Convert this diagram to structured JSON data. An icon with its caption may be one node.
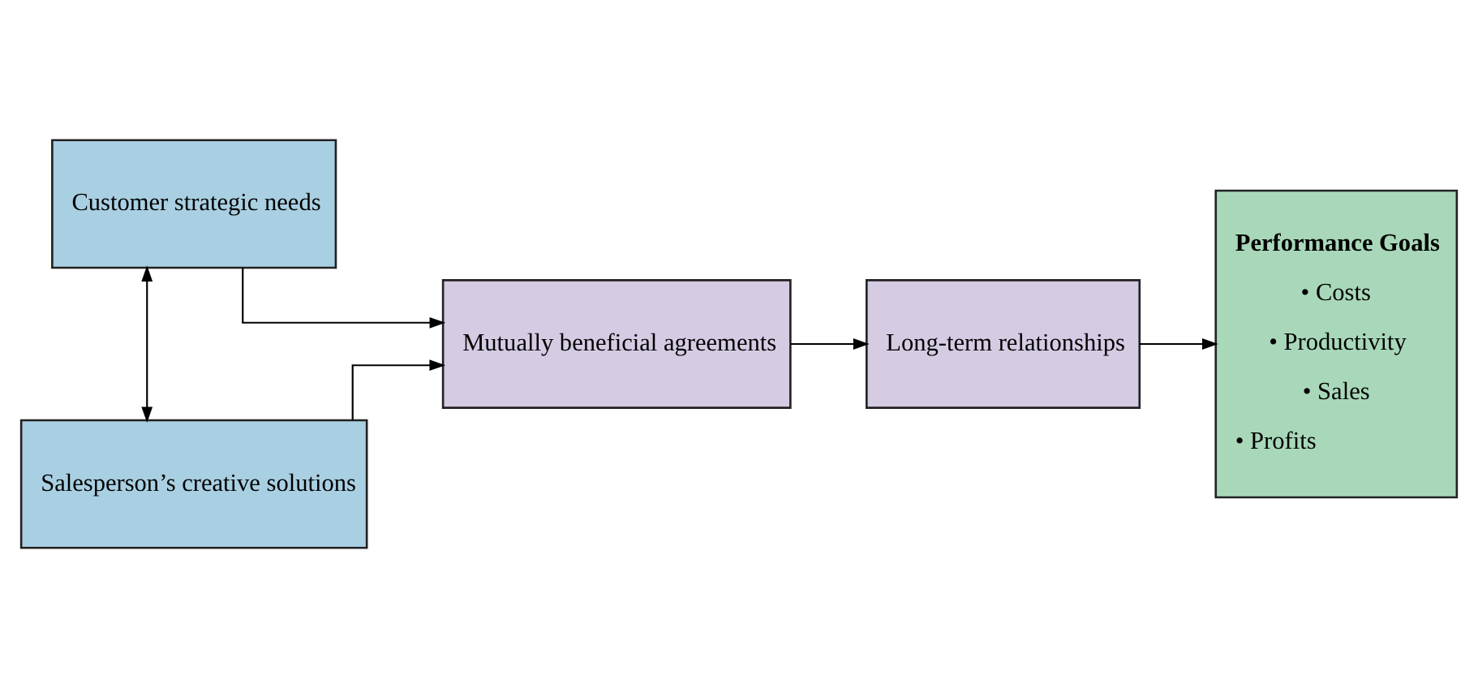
{
  "diagram": {
    "nodes": [
      {
        "text": [
          "Customer strategic needs"
        ]
      },
      {
        "text": [
          "Salesperson’s creative solutions"
        ]
      },
      {
        "text": [
          "Mutually beneficial agreements"
        ]
      },
      {
        "text": [
          "Long-term relationships"
        ]
      },
      {
        "text": [
          "Performance Goals",
          "• Costs",
          "• Productivity",
          "• Sales",
          "• Profits"
        ]
      }
    ],
    "edges": [
      {
        "from": 0,
        "to": 1,
        "arrow": "both"
      },
      {
        "from": 0,
        "to": 2,
        "arrow": "to"
      },
      {
        "from": 1,
        "to": 2,
        "arrow": "to"
      },
      {
        "from": 2,
        "to": 3,
        "arrow": "to"
      },
      {
        "from": 3,
        "to": 4,
        "arrow": "to"
      }
    ]
  }
}
